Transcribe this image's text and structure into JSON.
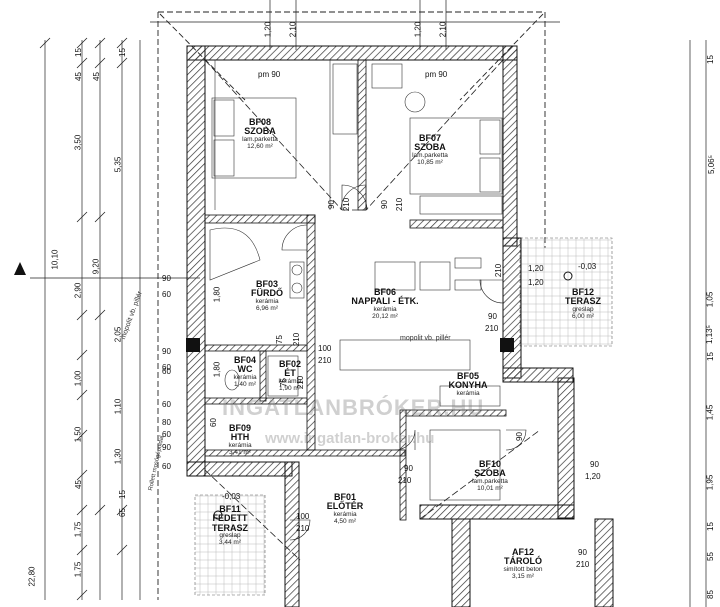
{
  "rooms": [
    {
      "code": "BF08",
      "name": "SZOBA",
      "floor": "lam.parketta",
      "area": "12,60 m²"
    },
    {
      "code": "BF07",
      "name": "SZOBA",
      "floor": "lam.parketta",
      "area": "10,85 m²"
    },
    {
      "code": "BF03",
      "name": "FÜRDŐ",
      "floor": "kerámia",
      "area": "6,96 m²"
    },
    {
      "code": "BF06",
      "name": "NAPPALI - ÉTK.",
      "floor": "kerámia",
      "area": "20,12 m²"
    },
    {
      "code": "BF12",
      "name": "TERASZ",
      "floor": "greslap",
      "area": "6,00 m²"
    },
    {
      "code": "BF04",
      "name": "WC",
      "floor": "kerámia",
      "area": "1,40 m²"
    },
    {
      "code": "BF02",
      "name": "ÉT",
      "floor": "kerámia",
      "area": "1,90 m²"
    },
    {
      "code": "BF05",
      "name": "KONYHA",
      "floor": "kerámia",
      "area": ""
    },
    {
      "code": "BF09",
      "name": "HTH",
      "floor": "kerámia",
      "area": "3,41 m²"
    },
    {
      "code": "BF10",
      "name": "SZOBA",
      "floor": "lam.parketta",
      "area": "10,01 m²"
    },
    {
      "code": "BF01",
      "name": "ELŐTÉR",
      "floor": "kerámia",
      "area": "4,50 m²"
    },
    {
      "code": "BF11",
      "name": "FEDETT TERASZ",
      "floor": "greslap",
      "area": "3,44 m²"
    },
    {
      "code": "AF12",
      "name": "TÁROLÓ",
      "floor": "simított beton",
      "area": "3,15 m²"
    }
  ],
  "left_dims_outer": [
    "15",
    "45",
    "3,50",
    "10,10",
    "22,80"
  ],
  "left_dims_mid": [
    "15",
    "45",
    "5,35",
    "9,20",
    "2,90",
    "2,05",
    "1,00",
    "1,10",
    "1,50",
    "1,30",
    "45",
    "15",
    "65",
    "1,75",
    "1,75"
  ],
  "right_dims": [
    "15",
    "5,06⁵",
    "1,05",
    "1,13⁵",
    "15",
    "1,45",
    "1,95",
    "15",
    "55",
    "85"
  ],
  "top_dims": [
    "1,20",
    "2,10",
    "1,20",
    "2,10"
  ],
  "door_dims": [
    "pm 90",
    "pm 90",
    "90",
    "210",
    "90",
    "210",
    "90",
    "60",
    "90",
    "60",
    "75",
    "210",
    "100",
    "210",
    "75",
    "210",
    "90",
    "210",
    "90",
    "210",
    "90",
    "210",
    "1,20",
    "1,20",
    "100",
    "210",
    "1,20",
    "90",
    "210",
    "-0,03",
    "-0,03",
    "90",
    "60",
    "60",
    "60",
    "80",
    "60",
    "1,80",
    "90",
    "1,80",
    "60"
  ],
  "notes": [
    "mopolit vb. pillér",
    "mopolit vb. pillér",
    "Rollett mosógépoldal"
  ],
  "watermark": {
    "brand": "INGATLANBRÓKER.HU",
    "url": "www.ingatlan-broker.hu"
  }
}
